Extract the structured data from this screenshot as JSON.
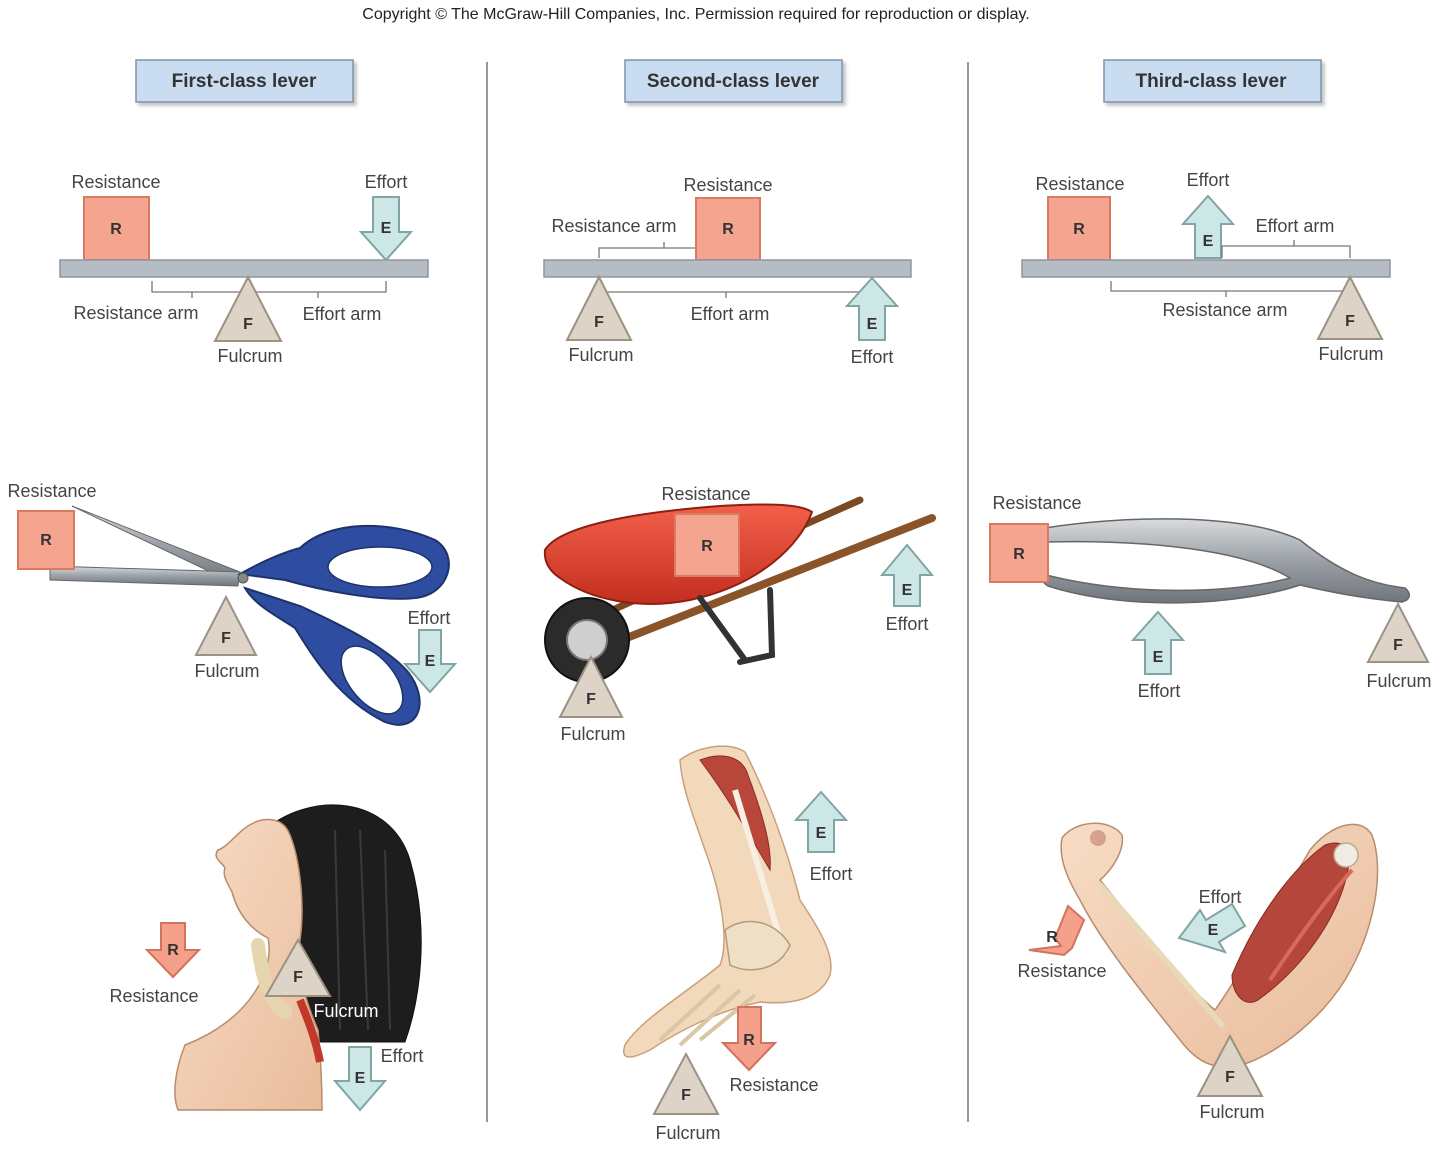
{
  "copyright": "Copyright © The McGraw-Hill Companies, Inc. Permission required for reproduction or display.",
  "letters": {
    "resistance": "R",
    "effort": "E",
    "fulcrum": "F"
  },
  "columns": [
    {
      "title": "First-class lever",
      "diagram": {
        "resistance": "Resistance",
        "effort": "Effort",
        "resistance_arm": "Resistance arm",
        "effort_arm": "Effort arm",
        "fulcrum": "Fulcrum"
      },
      "example1": {
        "resistance": "Resistance",
        "fulcrum": "Fulcrum",
        "effort": "Effort"
      },
      "example2": {
        "resistance": "Resistance",
        "fulcrum": "Fulcrum",
        "effort": "Effort"
      }
    },
    {
      "title": "Second-class lever",
      "diagram": {
        "resistance": "Resistance",
        "resistance_arm": "Resistance arm",
        "effort_arm": "Effort arm",
        "fulcrum": "Fulcrum",
        "effort": "Effort"
      },
      "example1": {
        "resistance": "Resistance",
        "effort": "Effort",
        "fulcrum": "Fulcrum"
      },
      "example2": {
        "effort": "Effort",
        "resistance": "Resistance",
        "fulcrum": "Fulcrum"
      }
    },
    {
      "title": "Third-class lever",
      "diagram": {
        "resistance": "Resistance",
        "effort": "Effort",
        "effort_arm": "Effort arm",
        "resistance_arm": "Resistance arm",
        "fulcrum": "Fulcrum"
      },
      "example1": {
        "resistance": "Resistance",
        "effort": "Effort",
        "fulcrum": "Fulcrum"
      },
      "example2": {
        "effort": "Effort",
        "resistance": "Resistance",
        "fulcrum": "Fulcrum"
      }
    }
  ],
  "colors": {
    "resistance": "#f5a48f",
    "effort": "#cde7e6",
    "fulcrum": "#ddd3c6",
    "beam": "#b6bcc3",
    "title_box": "#c9dcf0"
  }
}
